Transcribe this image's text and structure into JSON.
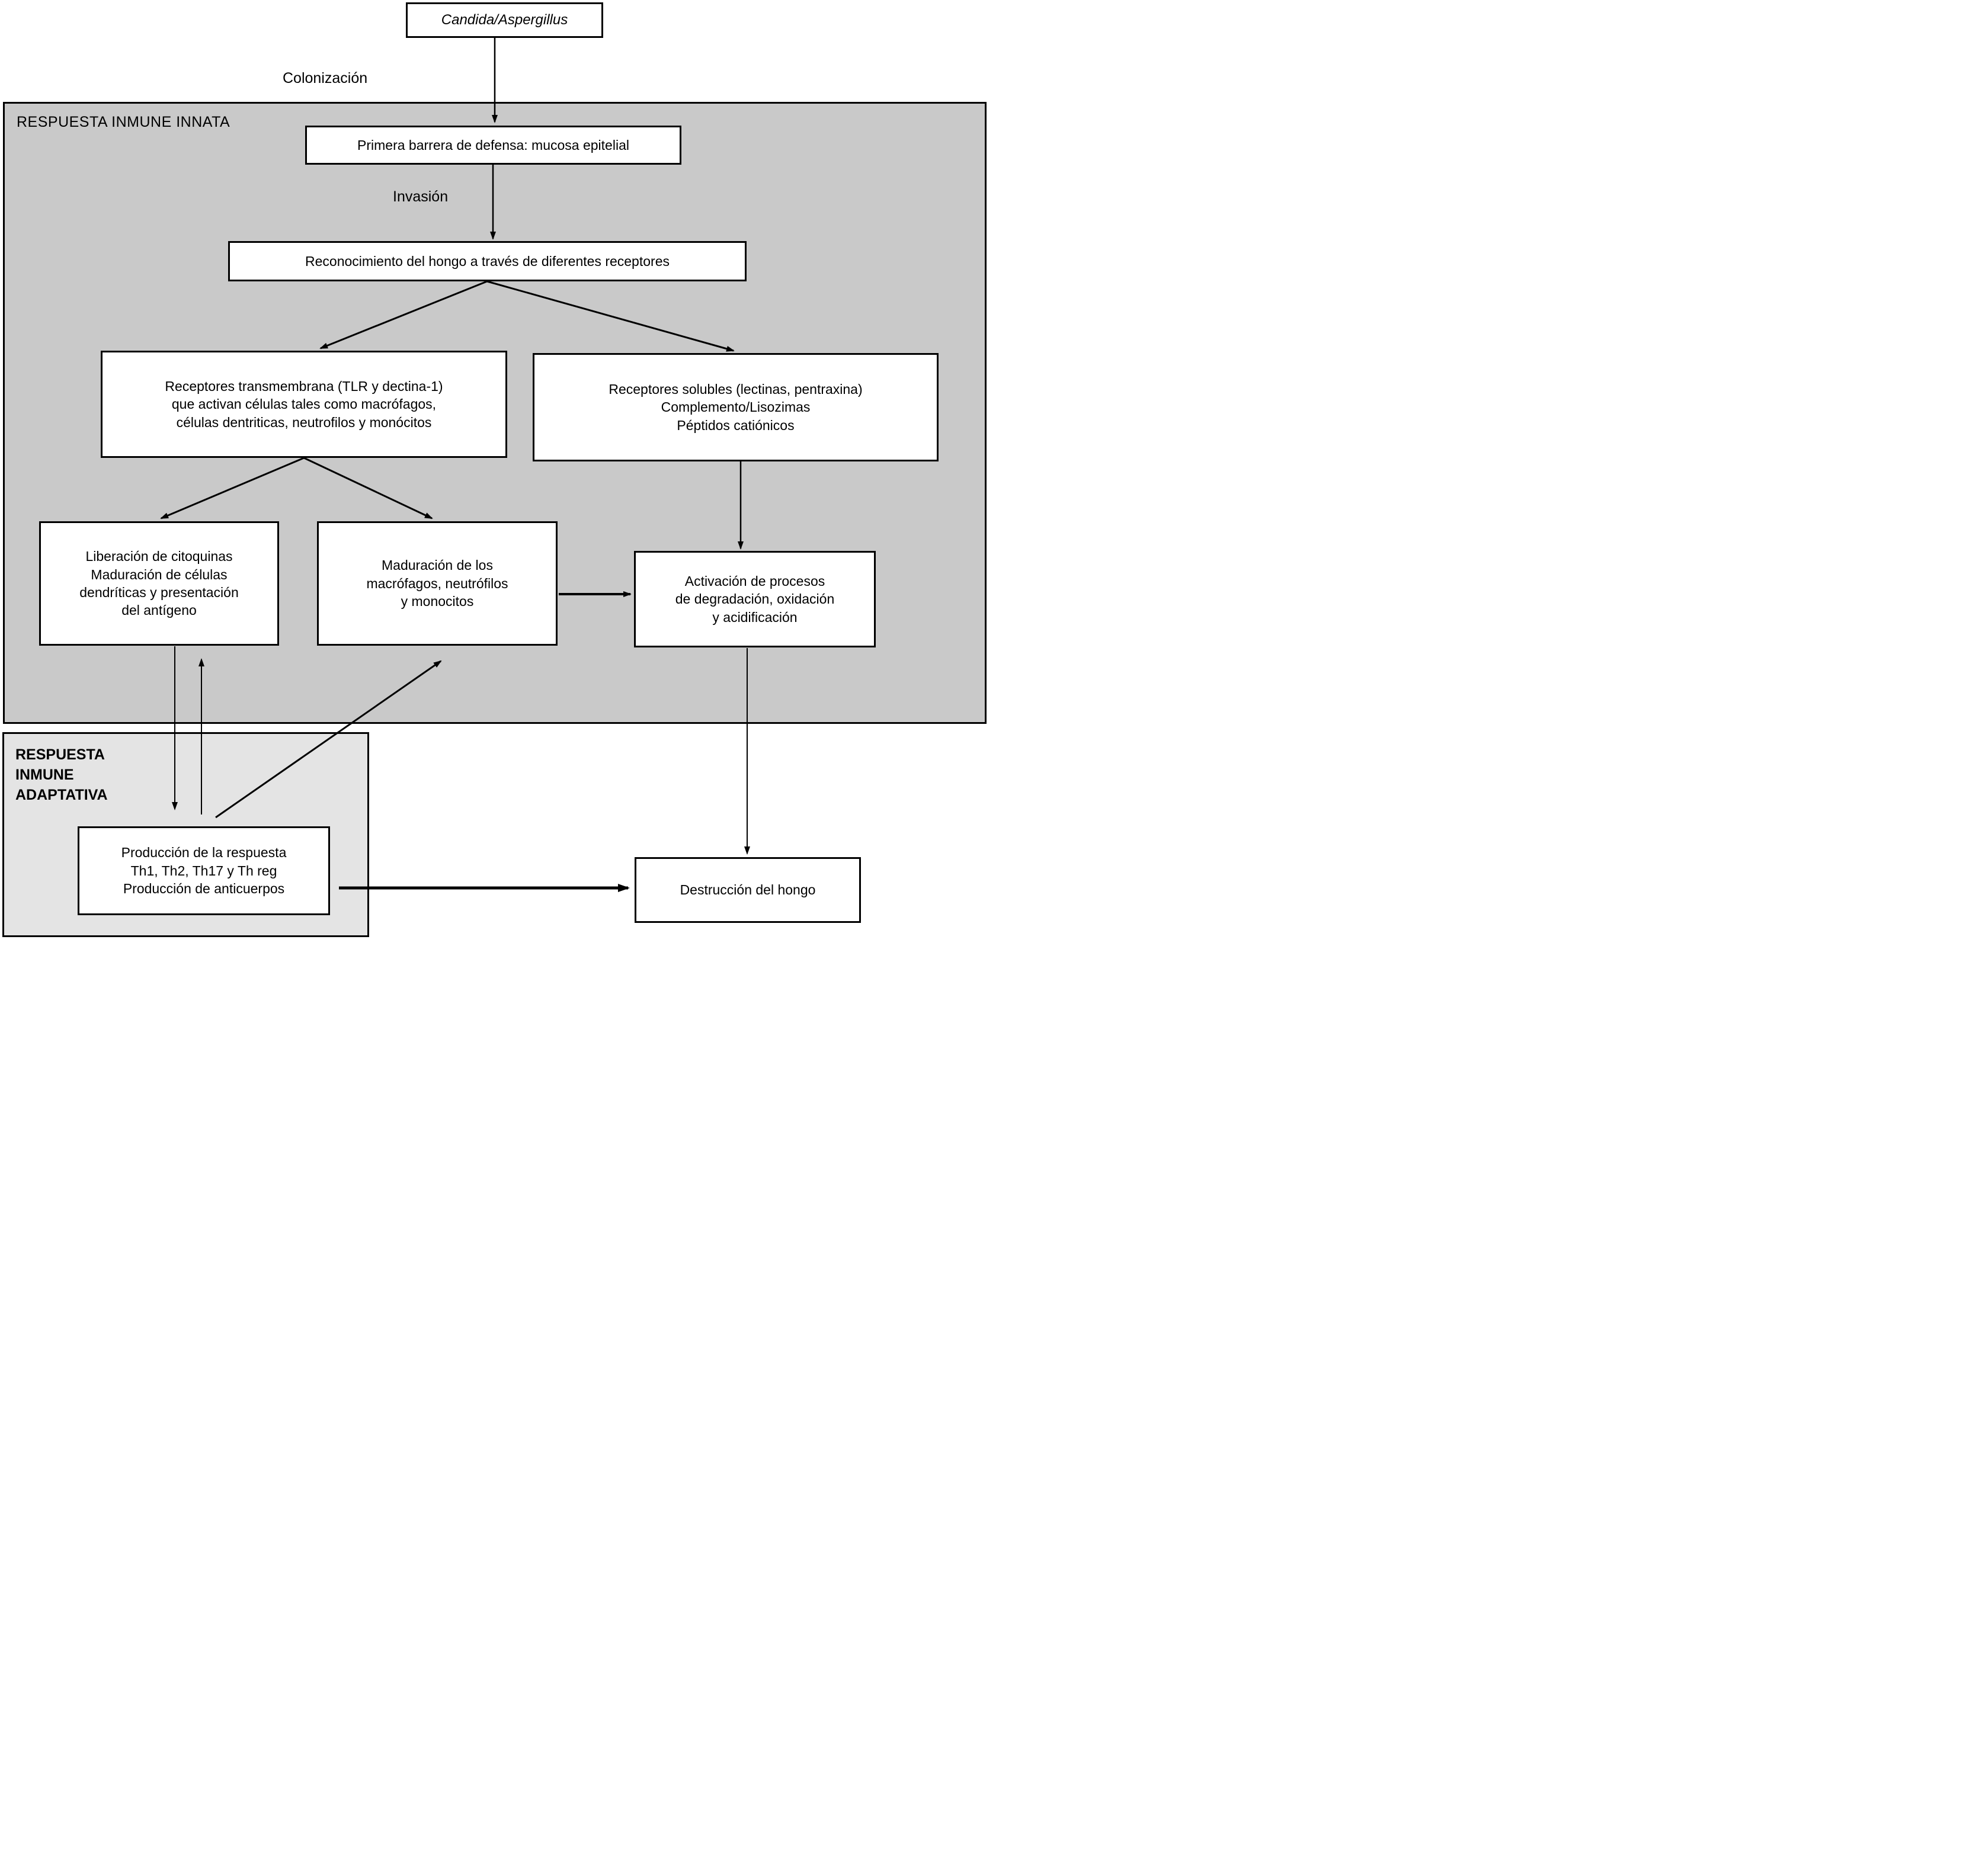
{
  "figure": {
    "type": "flowchart",
    "language": "es",
    "topic": "Respuesta inmune frente a Candida/Aspergillus"
  },
  "regions": {
    "innate": {
      "label": "RESPUESTA INMUNE INNATA",
      "bg_color": "#c9c9c9"
    },
    "adaptive": {
      "label": "RESPUESTA\n INMUNE\nADAPTATIVA",
      "bg_color": "#e4e4e4"
    }
  },
  "edge_labels": {
    "colonizacion": "Colonización",
    "invasion": "Invasión"
  },
  "nodes": {
    "candida": "Candida/Aspergillus",
    "primera_barrera": "Primera barrera de defensa: mucosa epitelial",
    "reconocimiento": "Reconocimiento del hongo a través de diferentes receptores",
    "receptores_transmembrana": "Receptores transmembrana (TLR y dectina-1)\nque activan células tales como macrófagos,\ncélulas dentriticas, neutrofilos y monócitos",
    "receptores_solubles": "Receptores solubles (lectinas, pentraxina)\nComplemento/Lisozimas\nPéptidos catiónicos",
    "liberacion": "Liberación de citoquinas\nMaduración de células\ndendríticas y presentación\ndel antígeno",
    "maduracion": "Maduración de los\nmacrófagos, neutrófilos\ny monocitos",
    "activacion": "Activación de procesos\nde degradación, oxidación\ny acidificación",
    "produccion": "Producción de la respuesta\nTh1, Th2, Th17 y Th reg\nProducción de anticuerpos",
    "destruccion": "Destrucción del hongo"
  },
  "colors": {
    "box_background": "#ffffff",
    "line_and_border": "#000000",
    "page_background": "#ffffff"
  }
}
